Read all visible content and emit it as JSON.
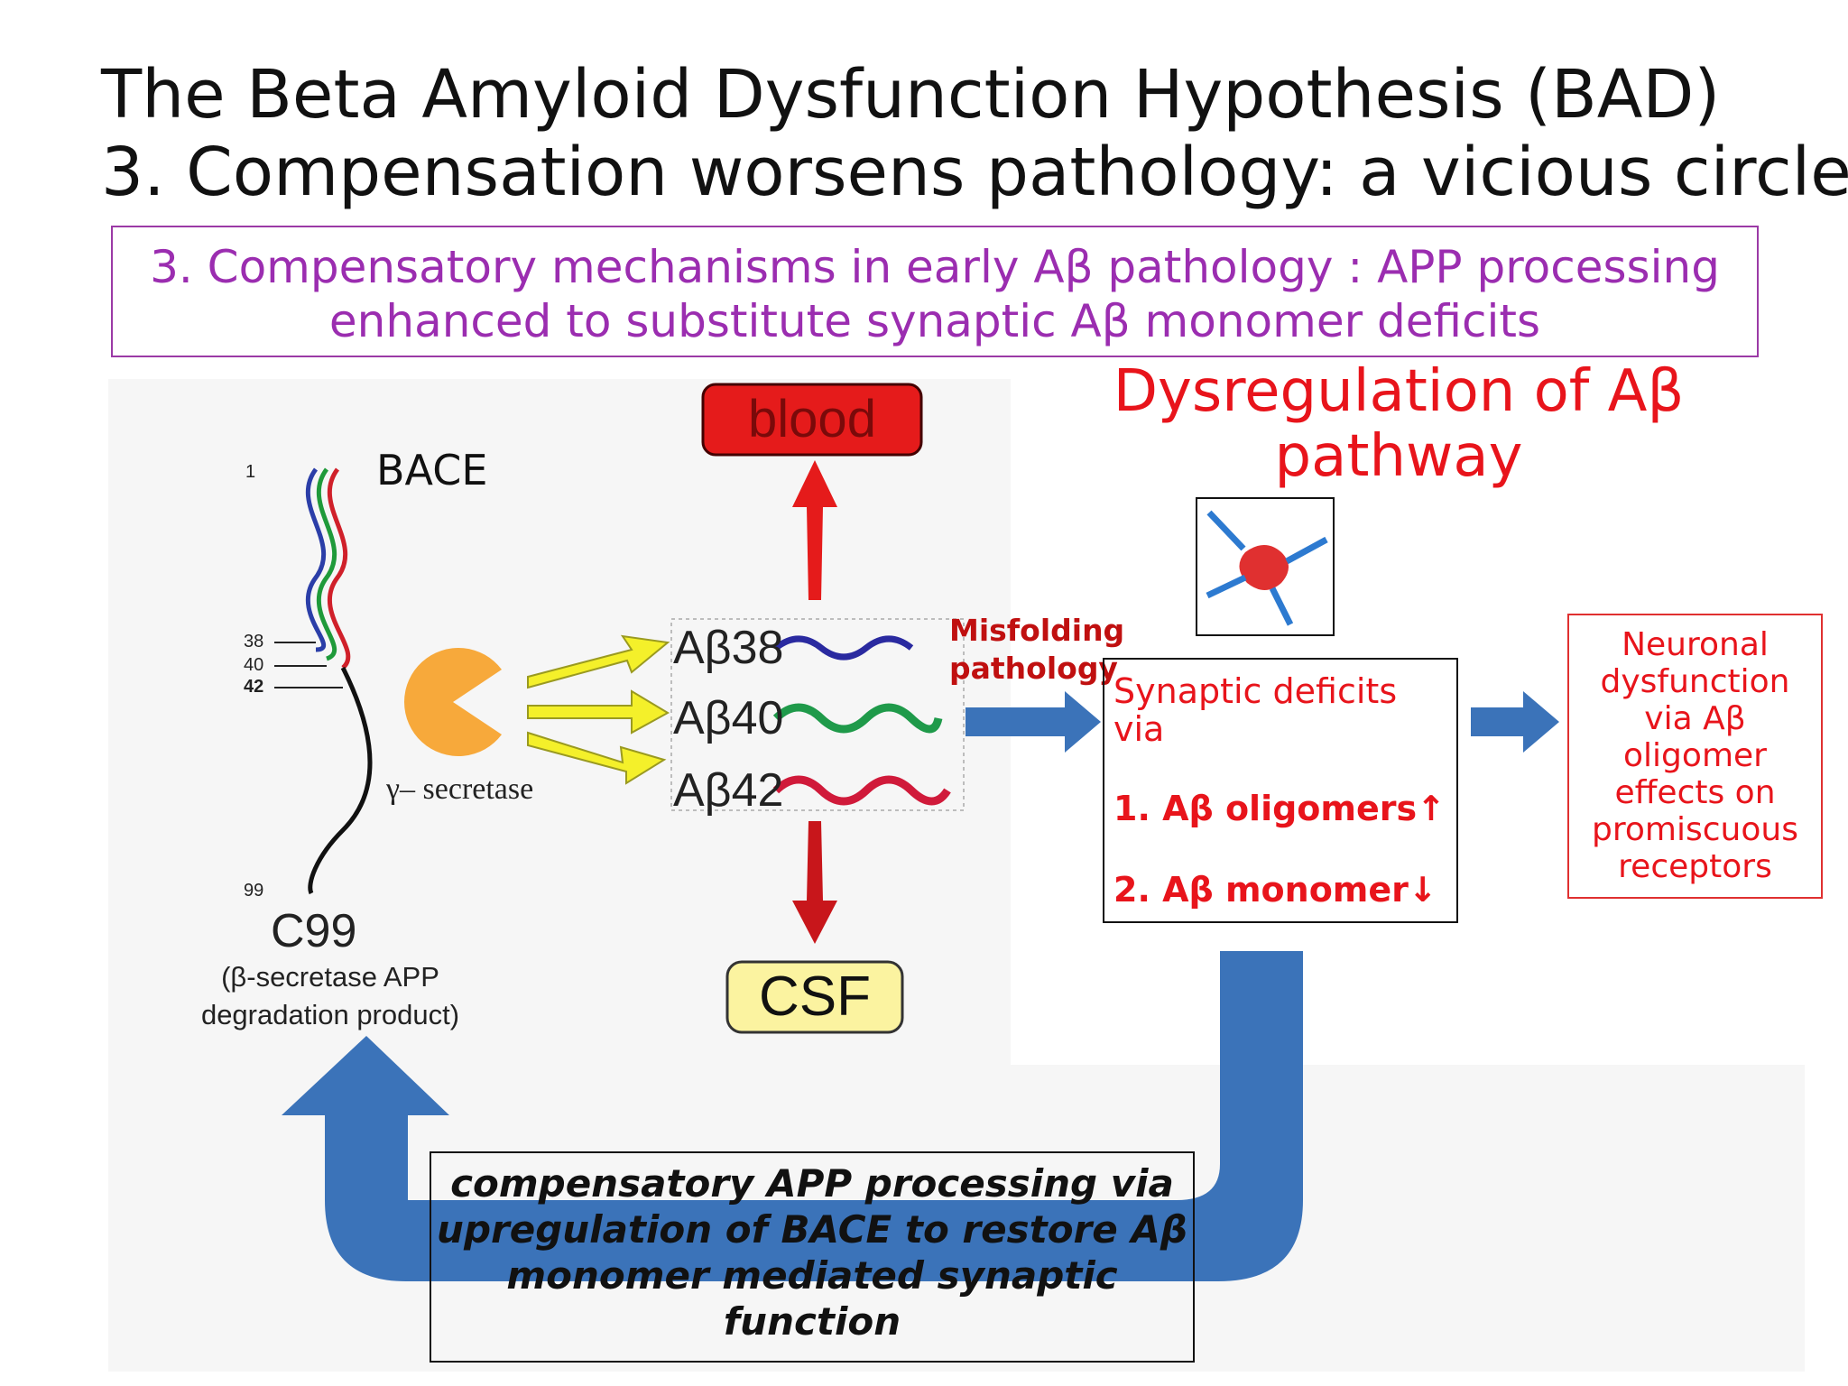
{
  "title": {
    "line1": "The Beta Amyloid Dysfunction Hypothesis (BAD)",
    "line2": "3. Compensation worsens pathology: a vicious circle"
  },
  "subtitle": {
    "line1": "3. Compensatory mechanisms in early Aβ pathology :  APP processing",
    "line2": "enhanced to substitute synaptic Aβ monomer deficits"
  },
  "dysregulation": {
    "line1": "Dysregulation of Aβ",
    "line2": "pathway"
  },
  "diagram": {
    "bace": "BACE",
    "ticks": [
      "1",
      "38",
      "40",
      "42",
      "99"
    ],
    "c99": "C99",
    "c99_sub1": "(β-secretase APP",
    "c99_sub2": "degradation product)",
    "gamma": "γ– secretase",
    "peptides": [
      "Aβ38",
      "Aβ40",
      "Aβ42"
    ],
    "blood": "blood",
    "csf": "CSF",
    "misfolding1": "Misfolding",
    "misfolding2": "pathology"
  },
  "synaptic": {
    "line1": "Synaptic deficits",
    "line2": "via",
    "item1": "1. Aβ oligomers↑",
    "item2": "2. Aβ monomer↓"
  },
  "neuronal": {
    "lines": [
      "Neuronal",
      "dysfunction",
      "via Aβ",
      "oligomer",
      "effects on",
      "promiscuous",
      "receptors"
    ]
  },
  "compensatory": {
    "lines": [
      "compensatory APP processing via",
      "upregulation of BACE to restore Aβ",
      "monomer mediated synaptic",
      "function"
    ]
  },
  "colors": {
    "purple": "#9b2db0",
    "red": "#e8141b",
    "arrow_blue": "#3b73b9",
    "blood_red": "#e51b1b",
    "csf_yellow": "#fbf3a0",
    "pacman": "#f7a93b"
  }
}
